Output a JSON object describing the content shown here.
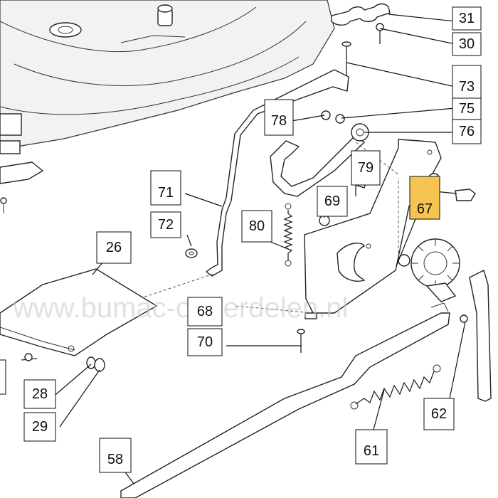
{
  "watermark": "www.bumac-onderdelen.nl",
  "highlight_color": "#f5c451",
  "callouts": [
    {
      "id": "31",
      "label": "31",
      "highlighted": false
    },
    {
      "id": "30",
      "label": "30",
      "highlighted": false
    },
    {
      "id": "73",
      "label": "73",
      "highlighted": false
    },
    {
      "id": "75",
      "label": "75",
      "highlighted": false
    },
    {
      "id": "76",
      "label": "76",
      "highlighted": false
    },
    {
      "id": "78",
      "label": "78",
      "highlighted": false
    },
    {
      "id": "79",
      "label": "79",
      "highlighted": false
    },
    {
      "id": "71",
      "label": "71",
      "highlighted": false
    },
    {
      "id": "72",
      "label": "72",
      "highlighted": false
    },
    {
      "id": "69",
      "label": "69",
      "highlighted": false
    },
    {
      "id": "80",
      "label": "80",
      "highlighted": false
    },
    {
      "id": "67",
      "label": "67",
      "highlighted": true
    },
    {
      "id": "26",
      "label": "26",
      "highlighted": false
    },
    {
      "id": "68",
      "label": "68",
      "highlighted": false
    },
    {
      "id": "70",
      "label": "70",
      "highlighted": false
    },
    {
      "id": "28",
      "label": "28",
      "highlighted": false
    },
    {
      "id": "29",
      "label": "29",
      "highlighted": false
    },
    {
      "id": "62",
      "label": "62",
      "highlighted": false
    },
    {
      "id": "61",
      "label": "61",
      "highlighted": false
    },
    {
      "id": "58",
      "label": "58",
      "highlighted": false
    }
  ]
}
